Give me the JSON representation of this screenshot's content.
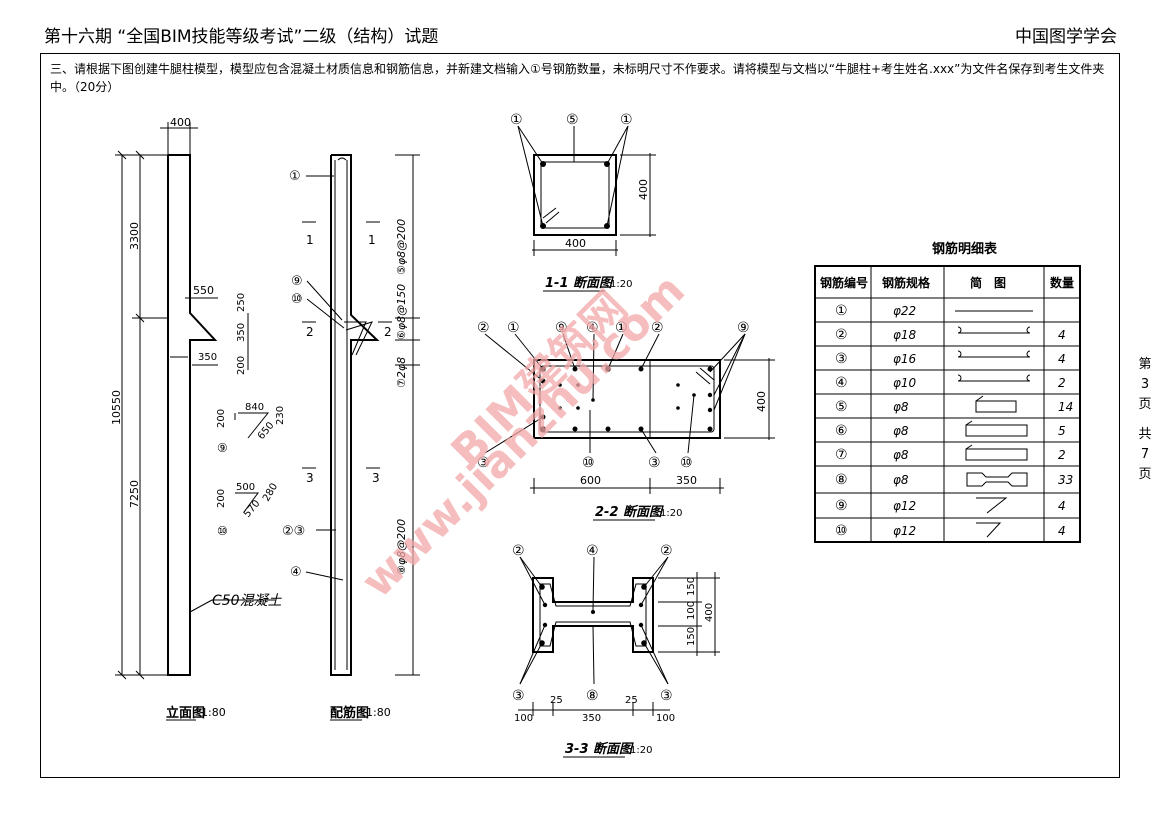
{
  "header": {
    "left": "第十六期 “全国BIM技能等级考试”二级（结构）试题",
    "right": "中国图学学会"
  },
  "question": {
    "text": "三、请根据下图创建牛腿柱模型，模型应包含混凝土材质信息和钢筋信息，并新建文档输入①号钢筋数量，未标明尺寸不作要求。请将模型与文档以“牛腿柱+考生姓名.xxx”为文件名保存到考生文件夹中。（20分）"
  },
  "side": [
    "第",
    "3",
    "页",
    "共",
    "7",
    "页"
  ],
  "watermark": {
    "line1": "BIM建筑网",
    "line2": "www.jianzhu.com"
  },
  "elevation": {
    "title": "立面图",
    "scale": "1:80",
    "dims": {
      "top": "400",
      "upper": "3300",
      "total": "10550",
      "lower": "7250",
      "bracket_w": "550",
      "bracket_h1": "250",
      "bracket_h2": "350",
      "bracket_w2": "350",
      "bracket_h3": "200"
    },
    "material": "C50混凝土",
    "bar9": {
      "label": "⑨",
      "a": "840",
      "b": "230",
      "c": "650",
      "d": "200"
    },
    "bar10": {
      "label": "⑩",
      "a": "500",
      "b": "280",
      "c": "570",
      "d": "200"
    }
  },
  "reinforcement": {
    "title": "配筋图",
    "scale": "1:80",
    "labels": [
      "①",
      "⑨",
      "⑩",
      "②③",
      "④"
    ],
    "sections": [
      "1",
      "1",
      "2",
      "2",
      "3",
      "3"
    ],
    "stirrups": [
      "⑤φ8@200",
      "⑥φ8@150",
      "⑦2φ8",
      "⑧φ8@200"
    ]
  },
  "section1": {
    "title": "1-1 断面图",
    "scale": "1:20",
    "labels": [
      "①",
      "⑤",
      "①"
    ],
    "width": "400",
    "height": "400"
  },
  "section2": {
    "title": "2-2 断面图",
    "scale": "1:20",
    "top_labels": [
      "②",
      "①",
      "⑨",
      "④",
      "①",
      "②",
      "⑨"
    ],
    "bottom_labels": [
      "③",
      "⑩",
      "③",
      "⑩"
    ],
    "w1": "600",
    "w2": "350",
    "height": "400"
  },
  "section3": {
    "title": "3-3 断面图",
    "scale": "1:20",
    "top_labels": [
      "②",
      "④",
      "②"
    ],
    "bottom_labels": [
      "③",
      "⑧",
      "③"
    ],
    "dims_bottom": [
      "100",
      "25",
      "350",
      "25",
      "100"
    ],
    "dims_right": [
      "150",
      "100",
      "150",
      "400"
    ]
  },
  "rebar_table": {
    "title": "钢筋明细表",
    "headers": [
      "钢筋编号",
      "钢筋规格",
      "简　图",
      "数量"
    ],
    "rows": [
      {
        "id": "①",
        "spec": "φ22",
        "shape": "straight",
        "qty": ""
      },
      {
        "id": "②",
        "spec": "φ18",
        "shape": "hooked",
        "qty": "4"
      },
      {
        "id": "③",
        "spec": "φ16",
        "shape": "hooked",
        "qty": "4"
      },
      {
        "id": "④",
        "spec": "φ10",
        "shape": "hooked",
        "qty": "2"
      },
      {
        "id": "⑤",
        "spec": "φ8",
        "shape": "stirrup-small",
        "qty": "14"
      },
      {
        "id": "⑥",
        "spec": "φ8",
        "shape": "stirrup-long",
        "qty": "5"
      },
      {
        "id": "⑦",
        "spec": "φ8",
        "shape": "stirrup-long",
        "qty": "2"
      },
      {
        "id": "⑧",
        "spec": "φ8",
        "shape": "stirrup-i",
        "qty": "33"
      },
      {
        "id": "⑨",
        "spec": "φ12",
        "shape": "bent-9",
        "qty": "4"
      },
      {
        "id": "⑩",
        "spec": "φ12",
        "shape": "bent-10",
        "qty": "4"
      }
    ]
  }
}
